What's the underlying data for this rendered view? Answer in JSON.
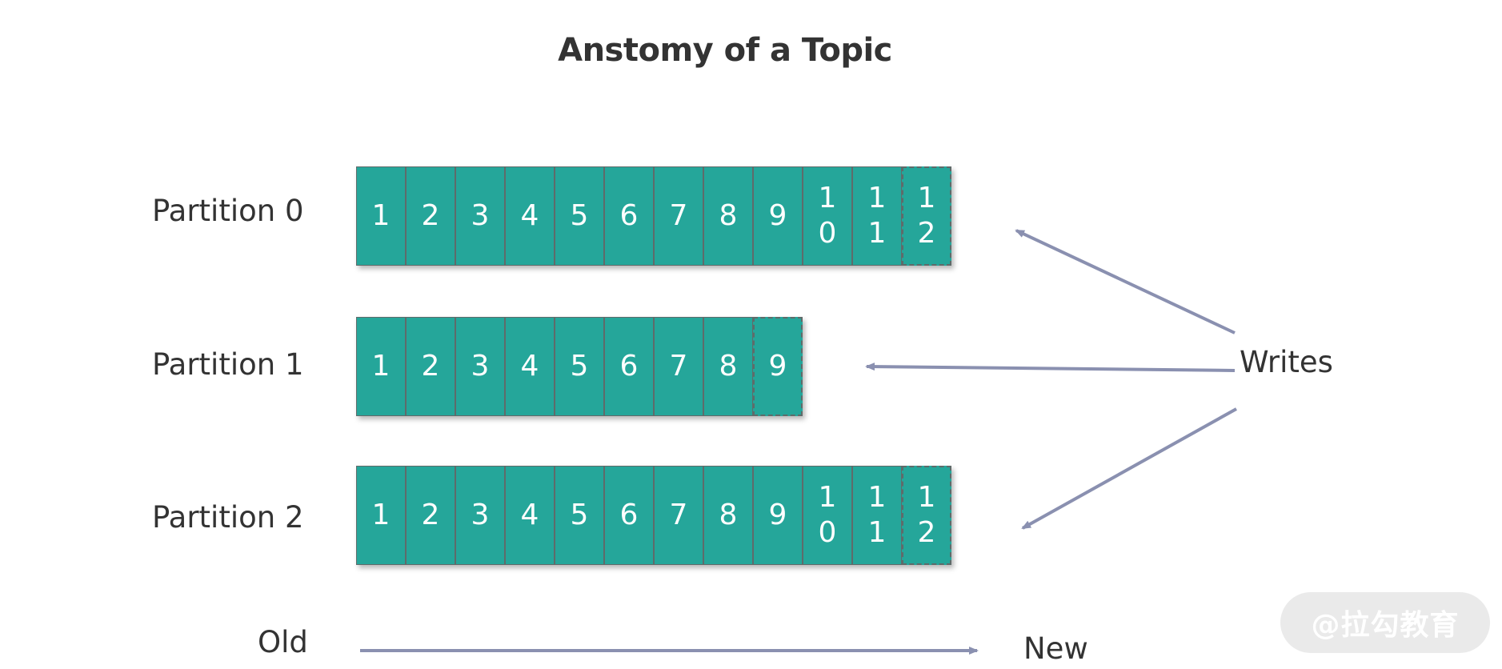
{
  "title": "Anstomy of a Topic",
  "partitions": [
    {
      "label": "Partition 0",
      "cells": [
        "1",
        "2",
        "3",
        "4",
        "5",
        "6",
        "7",
        "8",
        "9",
        "1\n0",
        "1\n1",
        "1\n2"
      ],
      "pending_cell": "1\n2"
    },
    {
      "label": "Partition 1",
      "cells": [
        "1",
        "2",
        "3",
        "4",
        "5",
        "6",
        "7",
        "8",
        "9"
      ],
      "pending_cell": "9"
    },
    {
      "label": "Partition 2",
      "cells": [
        "1",
        "2",
        "3",
        "4",
        "5",
        "6",
        "7",
        "8",
        "9",
        "1\n0",
        "1\n1",
        "1\n2"
      ],
      "pending_cell": "1\n2"
    }
  ],
  "writes_label": "Writes",
  "timeline": {
    "old_label": "Old",
    "new_label": "New"
  },
  "watermark": "@拉勾教育",
  "colors": {
    "cell_fill": "#25a69a",
    "arrow": "#8a90b0",
    "text": "#333333"
  }
}
